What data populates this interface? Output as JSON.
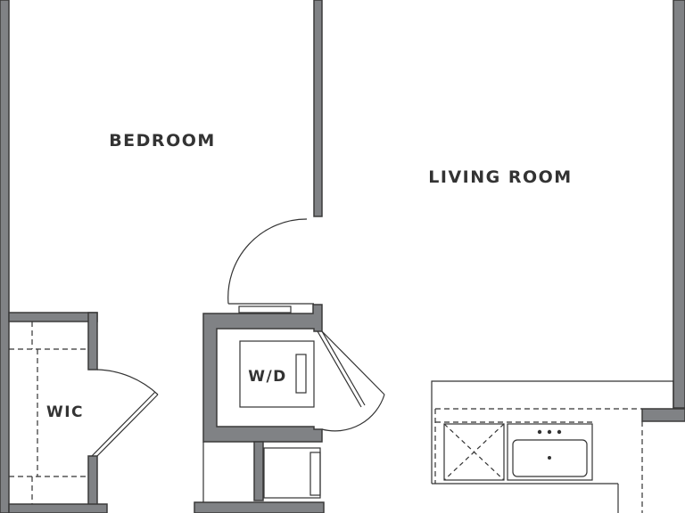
{
  "rooms": {
    "bedroom": "BEDROOM",
    "living_room": "LIVING ROOM",
    "walk_in_closet": "WIC",
    "laundry": "W/D"
  },
  "colors": {
    "wall_fill": "#808285",
    "wall_stroke": "#3a3a3a",
    "line": "#333333",
    "label": "#333333",
    "background": "#ffffff"
  }
}
